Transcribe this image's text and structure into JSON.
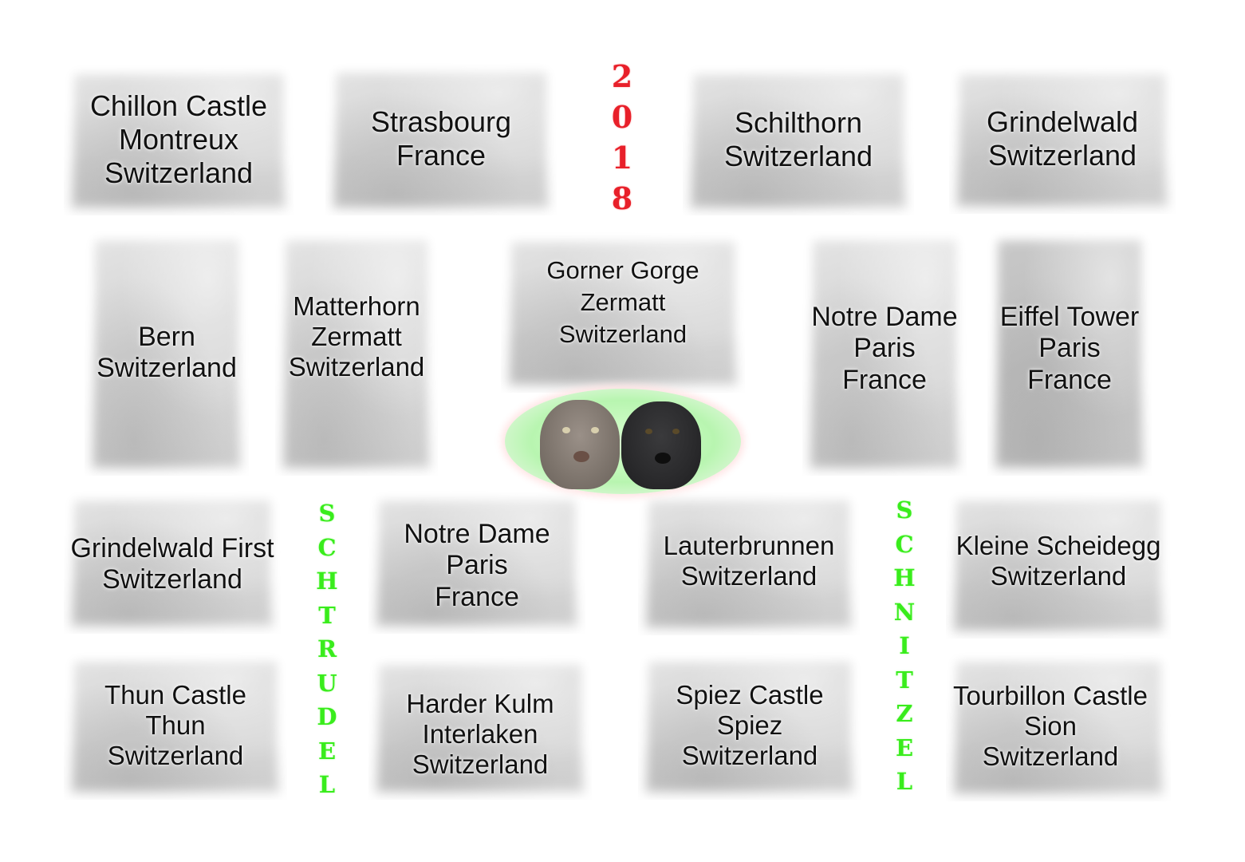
{
  "year": [
    "2",
    "0",
    "1",
    "8"
  ],
  "names": {
    "left": [
      "S",
      "C",
      "H",
      "T",
      "R",
      "U",
      "D",
      "E",
      "L"
    ],
    "right": [
      "S",
      "C",
      "H",
      "N",
      "I",
      "T",
      "Z",
      "E",
      "L"
    ]
  },
  "photos": [
    {
      "id": "chillon-castle",
      "lines": [
        "Chillon Castle",
        "Montreux",
        "Switzerland"
      ]
    },
    {
      "id": "strasbourg",
      "lines": [
        "Strasbourg",
        "France"
      ]
    },
    {
      "id": "schilthorn",
      "lines": [
        "Schilthorn",
        "Switzerland"
      ]
    },
    {
      "id": "grindelwald",
      "lines": [
        "Grindelwald",
        "Switzerland"
      ]
    },
    {
      "id": "bern",
      "lines": [
        "Bern",
        "Switzerland"
      ]
    },
    {
      "id": "matterhorn",
      "lines": [
        "Matterhorn",
        "Zermatt",
        "Switzerland"
      ]
    },
    {
      "id": "gorner-gorge",
      "lines": [
        "Gorner Gorge",
        "Zermatt",
        "Switzerland"
      ]
    },
    {
      "id": "notre-dame-1",
      "lines": [
        "Notre Dame",
        "Paris",
        "France"
      ]
    },
    {
      "id": "eiffel-tower",
      "lines": [
        "Eiffel Tower",
        "Paris",
        "France"
      ]
    },
    {
      "id": "grindelwald-first",
      "lines": [
        "Grindelwald First",
        "Switzerland"
      ]
    },
    {
      "id": "notre-dame-2",
      "lines": [
        "Notre Dame",
        "Paris",
        "France"
      ]
    },
    {
      "id": "lauterbrunnen",
      "lines": [
        "Lauterbrunnen",
        "Switzerland"
      ]
    },
    {
      "id": "kleine-scheidegg",
      "lines": [
        "Kleine Scheidegg",
        "Switzerland"
      ]
    },
    {
      "id": "thun-castle",
      "lines": [
        "Thun Castle",
        "Thun",
        "Switzerland"
      ]
    },
    {
      "id": "harder-kulm",
      "lines": [
        "Harder Kulm",
        "Interlaken",
        "Switzerland"
      ]
    },
    {
      "id": "spiez-castle",
      "lines": [
        "Spiez Castle",
        "Spiez",
        "Switzerland"
      ]
    },
    {
      "id": "tourbillon-castle",
      "lines": [
        "Tourbillon Castle",
        "Sion",
        "Switzerland"
      ]
    }
  ]
}
